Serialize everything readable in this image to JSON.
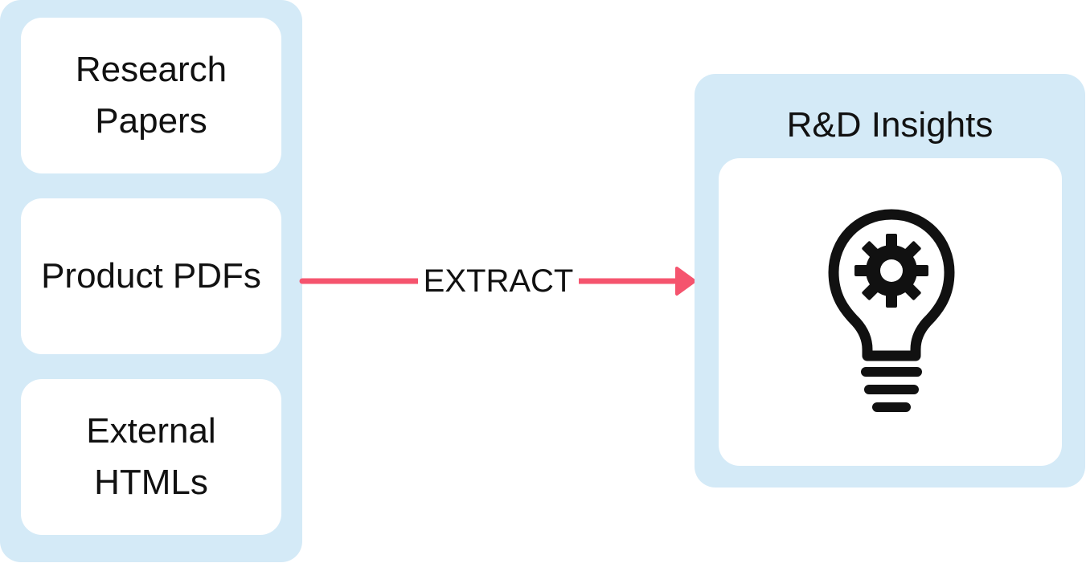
{
  "sources": [
    {
      "label": "Research\nPapers"
    },
    {
      "label": "Product PDFs"
    },
    {
      "label": "External\nHTMLs"
    }
  ],
  "flow": {
    "label": "EXTRACT",
    "arrow_color": "#f5546e"
  },
  "output": {
    "title": "R&D Insights",
    "icon": "lightbulb-gear-icon"
  },
  "colors": {
    "panel_background": "#d4eaf7",
    "card_background": "#ffffff",
    "text": "#111111",
    "arrow": "#f5546e"
  }
}
